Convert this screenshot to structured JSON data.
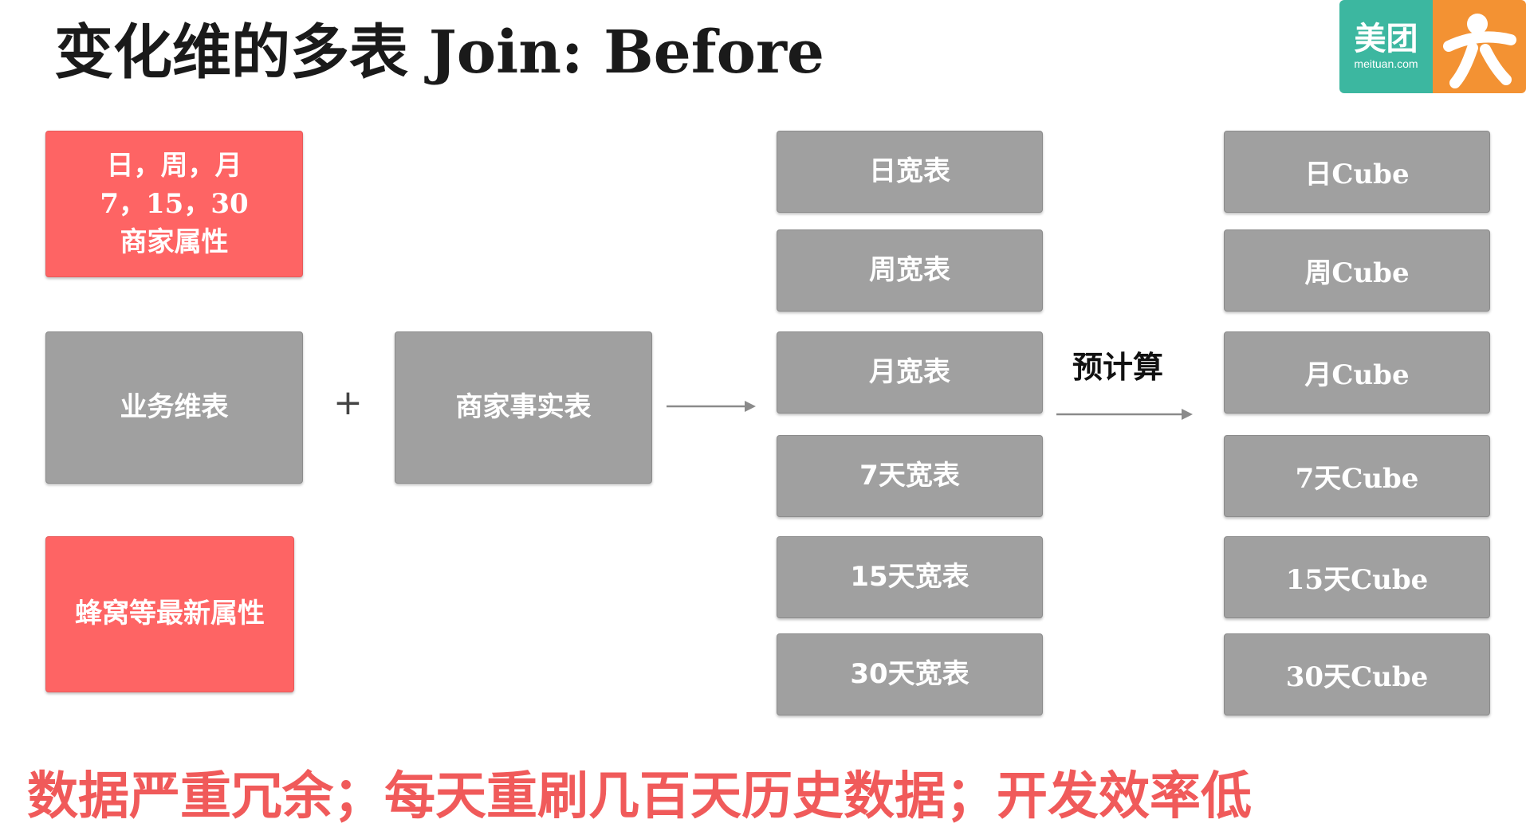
{
  "title": "变化维的多表 Join: Before",
  "logo": {
    "cn": "美团",
    "en": "meituan.com"
  },
  "left": {
    "attr_lines": [
      "日，周，月",
      "7，15，30",
      "商家属性"
    ],
    "dim_table": "业务维表",
    "plus": "+",
    "fact_table": "商家事实表",
    "latest_attr": "蜂窝等最新属性"
  },
  "wide_tables": [
    "日宽表",
    "周宽表",
    "月宽表",
    "7天宽表",
    "15天宽表",
    "30天宽表"
  ],
  "precompute": "预计算",
  "cubes": [
    "日Cube",
    "周Cube",
    "月Cube",
    "7天Cube",
    "15天Cube",
    "30天Cube"
  ],
  "footer": "数据严重冗余；每天重刷几百天历史数据；开发效率低",
  "colors": {
    "red_box": "#fe6464",
    "gray_box": "#a0a0a0",
    "footer_text": "#f05a5a",
    "logo_green": "#3cb7a0",
    "logo_orange": "#f39233"
  }
}
